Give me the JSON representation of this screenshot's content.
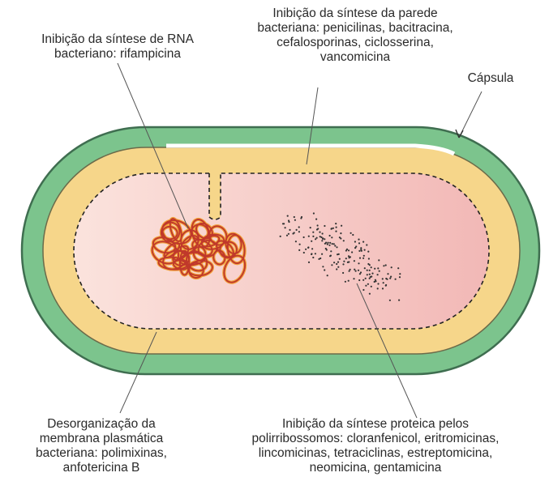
{
  "labels": {
    "rna": {
      "lines": [
        "Inibição da síntese de RNA",
        "bacteriano: rifampicina"
      ]
    },
    "wall": {
      "lines": [
        "Inibição da síntese da parede",
        "bacteriana: penicilinas, bacitracina,",
        "cefalosporinas, ciclosserina,",
        "vancomicina"
      ]
    },
    "capsule": {
      "lines": [
        "Cápsula"
      ]
    },
    "membrane": {
      "lines": [
        "Desorganização da",
        "membrana plasmática",
        "bacteriana: polimixinas,",
        "anfotericina B"
      ]
    },
    "protein": {
      "lines": [
        "Inibição da síntese proteica pelos",
        "polirribossomos: cloranfenicol, eritromicinas,",
        "lincomicinas, tetraciclinas, estreptomicina,",
        "neomicina, gentamicina"
      ]
    }
  },
  "colors": {
    "capsule": "#7cc48d",
    "capsule_edge": "#3f6e50",
    "cell_wall": "#f6d68a",
    "cytoplasm_light": "#fbe3dd",
    "cytoplasm": "#f2b8b6",
    "dna": "#c0392b",
    "dna_halo": "#f2a23a",
    "ribosomes": "#333333"
  }
}
